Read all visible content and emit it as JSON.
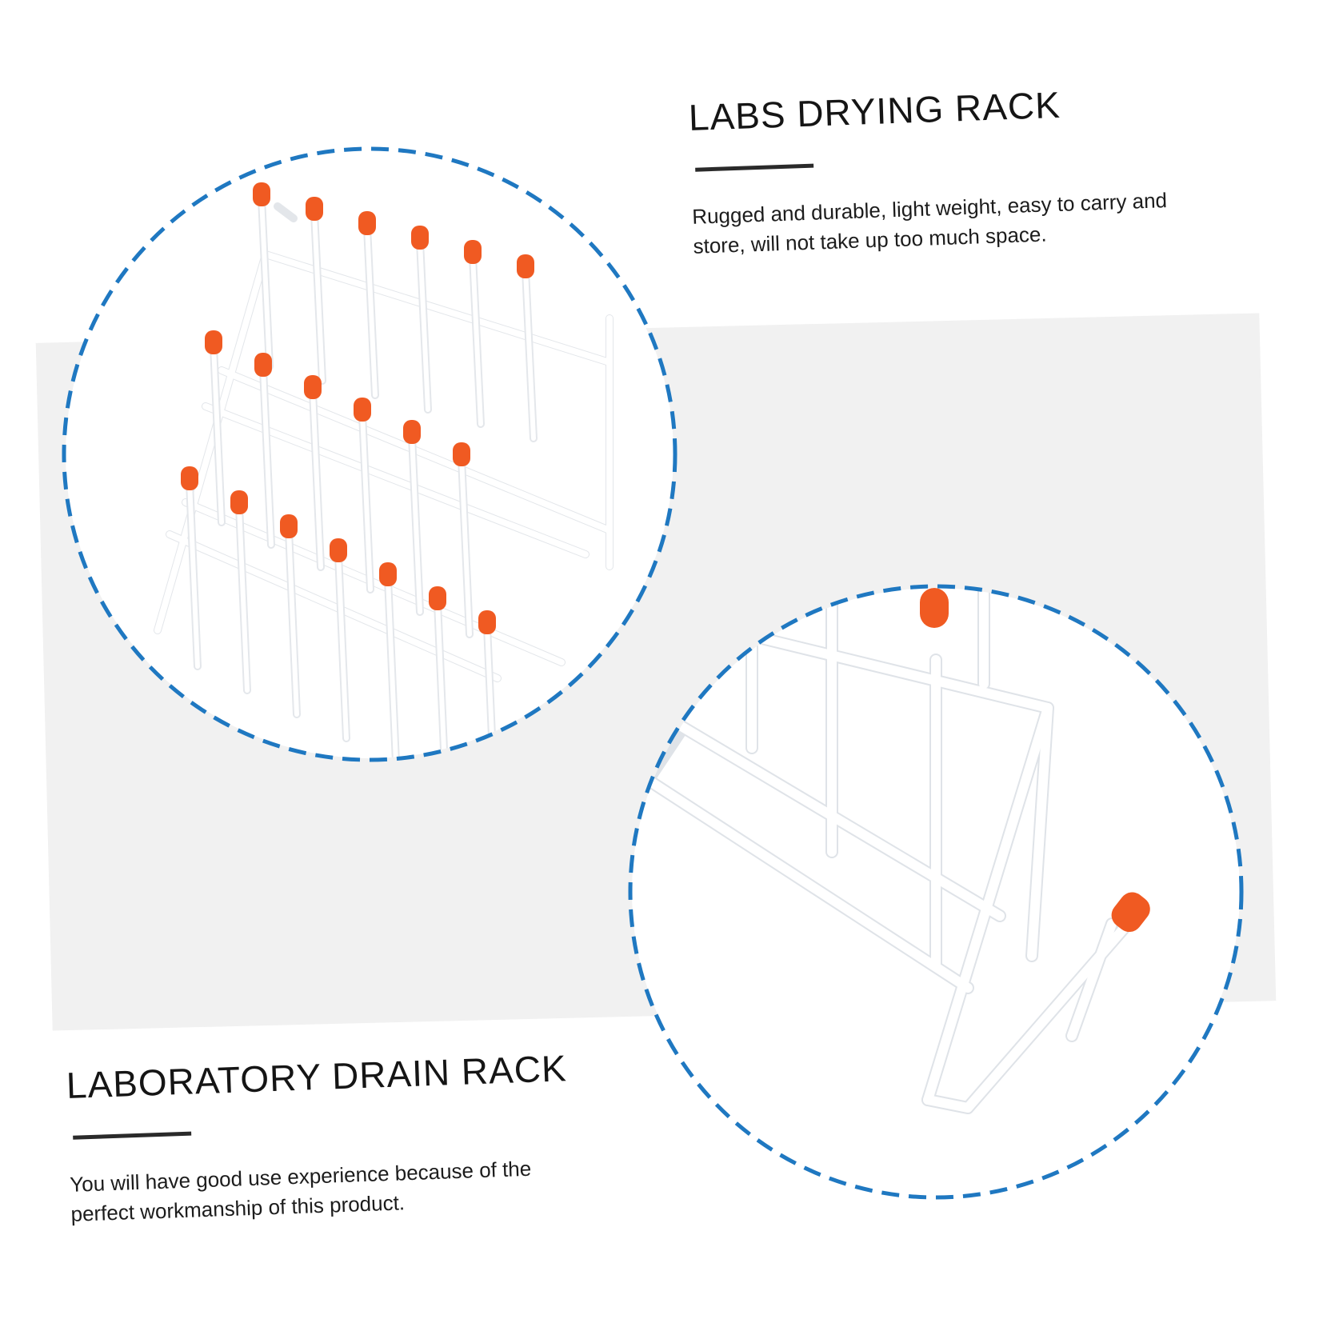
{
  "blocks": [
    {
      "heading": "LABS DRYING RACK",
      "description": "Rugged and durable, light weight, easy to carry and store, will not take up too much space."
    },
    {
      "heading": "LABORATORY DRAIN RACK",
      "description": "You will have good use experience because of the perfect workmanship of this product."
    }
  ],
  "colors": {
    "accent_ring": "#1f78c1",
    "peg_cap": "#f05a22",
    "rack_wire": "#ffffff",
    "panel": "#f1f1f1"
  }
}
